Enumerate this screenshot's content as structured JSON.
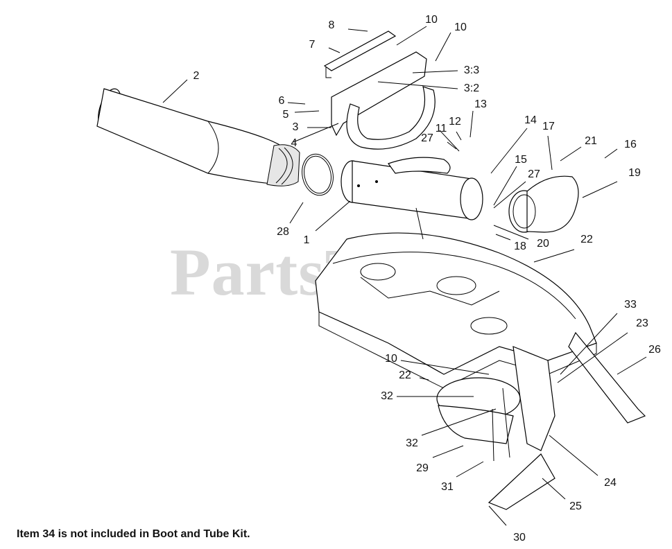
{
  "watermark": {
    "text": "PartsTree",
    "tm": "TM"
  },
  "footnote": "Item 34 is not included in Boot and Tube Kit.",
  "labels": [
    {
      "id": "l1",
      "text": "1"
    },
    {
      "id": "l2",
      "text": "2"
    },
    {
      "id": "l3",
      "text": "3"
    },
    {
      "id": "l3_2",
      "text": "3:2"
    },
    {
      "id": "l3_3",
      "text": "3:3"
    },
    {
      "id": "l4",
      "text": "4"
    },
    {
      "id": "l5",
      "text": "5"
    },
    {
      "id": "l6",
      "text": "6"
    },
    {
      "id": "l7",
      "text": "7"
    },
    {
      "id": "l8",
      "text": "8"
    },
    {
      "id": "l10a",
      "text": "10"
    },
    {
      "id": "l10b",
      "text": "10"
    },
    {
      "id": "l10c",
      "text": "10"
    },
    {
      "id": "l11",
      "text": "11"
    },
    {
      "id": "l12",
      "text": "12"
    },
    {
      "id": "l13",
      "text": "13"
    },
    {
      "id": "l14",
      "text": "14"
    },
    {
      "id": "l15",
      "text": "15"
    },
    {
      "id": "l16",
      "text": "16"
    },
    {
      "id": "l17",
      "text": "17"
    },
    {
      "id": "l18",
      "text": "18"
    },
    {
      "id": "l19",
      "text": "19"
    },
    {
      "id": "l20",
      "text": "20"
    },
    {
      "id": "l21",
      "text": "21"
    },
    {
      "id": "l22a",
      "text": "22"
    },
    {
      "id": "l22b",
      "text": "22"
    },
    {
      "id": "l23",
      "text": "23"
    },
    {
      "id": "l24",
      "text": "24"
    },
    {
      "id": "l25",
      "text": "25"
    },
    {
      "id": "l26",
      "text": "26"
    },
    {
      "id": "l27a",
      "text": "27"
    },
    {
      "id": "l27b",
      "text": "27"
    },
    {
      "id": "l28",
      "text": "28"
    },
    {
      "id": "l29",
      "text": "29"
    },
    {
      "id": "l30",
      "text": "30"
    },
    {
      "id": "l31",
      "text": "31"
    },
    {
      "id": "l32a",
      "text": "32"
    },
    {
      "id": "l32b",
      "text": "32"
    },
    {
      "id": "l33",
      "text": "33"
    }
  ]
}
